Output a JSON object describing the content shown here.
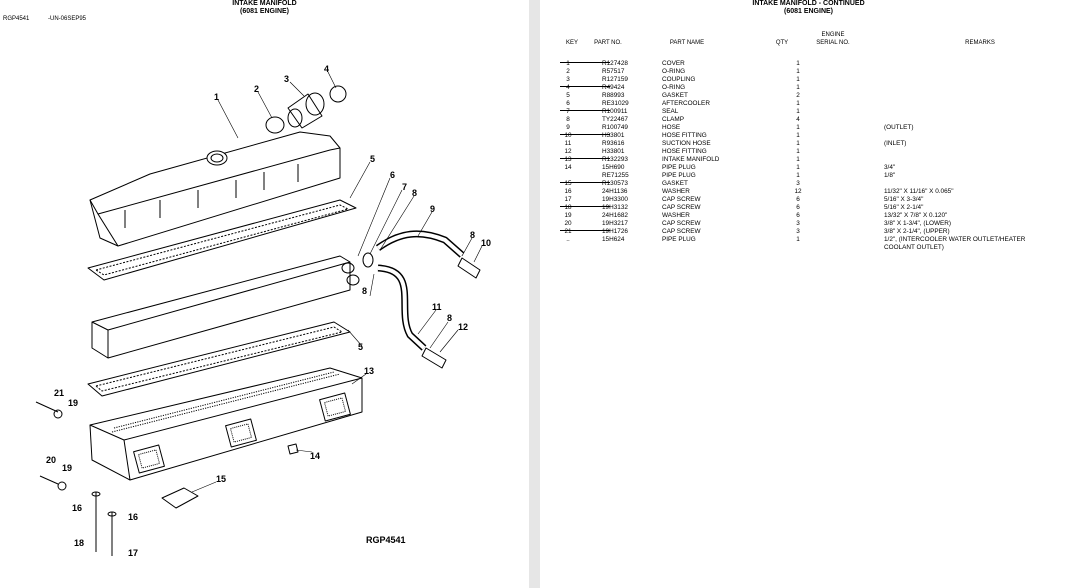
{
  "left_page": {
    "title_line1": "INTAKE MANIFOLD",
    "title_line2": "(6081 ENGINE)",
    "ref_code": "RGP4541",
    "ref_date": "-UN-06SEP95",
    "figure_label": "RGP4541",
    "callouts": [
      "1",
      "2",
      "3",
      "4",
      "5",
      "6",
      "7",
      "8",
      "9",
      "8",
      "10",
      "8",
      "5",
      "11",
      "8",
      "12",
      "13",
      "21",
      "19",
      "20",
      "19",
      "14",
      "15",
      "16",
      "16",
      "18",
      "17"
    ]
  },
  "right_page": {
    "title_line1": "INTAKE MANIFOLD - CONTINUED",
    "title_line2": "(6081 ENGINE)",
    "columns": {
      "key": "KEY",
      "part_no": "PART NO.",
      "part_name": "PART NAME",
      "qty": "QTY",
      "engine_line1": "ENGINE",
      "engine_line2": "SERIAL NO.",
      "remarks": "REMARKS"
    },
    "rows": [
      {
        "key": "1",
        "part_no": "R127428",
        "name": "COVER",
        "qty": "1",
        "remarks": ""
      },
      {
        "key": "2",
        "part_no": "R57517",
        "name": "O-RING",
        "qty": "1",
        "remarks": ""
      },
      {
        "key": "3",
        "part_no": "R127159",
        "name": "COUPLING",
        "qty": "1",
        "remarks": ""
      },
      {
        "key": "4",
        "part_no": "R49424",
        "name": "O-RING",
        "qty": "1",
        "remarks": ""
      },
      {
        "key": "5",
        "part_no": "R88993",
        "name": "GASKET",
        "qty": "2",
        "remarks": ""
      },
      {
        "key": "6",
        "part_no": "RE31029",
        "name": "AFTERCOOLER",
        "qty": "1",
        "remarks": ""
      },
      {
        "key": "7",
        "part_no": "R100911",
        "name": "SEAL",
        "qty": "1",
        "remarks": ""
      },
      {
        "key": "8",
        "part_no": "TY22467",
        "name": "CLAMP",
        "qty": "4",
        "remarks": ""
      },
      {
        "key": "9",
        "part_no": "R100749",
        "name": "HOSE",
        "qty": "1",
        "remarks": "(OUTLET)"
      },
      {
        "key": "10",
        "part_no": "H33801",
        "name": "HOSE FITTING",
        "qty": "1",
        "remarks": ""
      },
      {
        "key": "11",
        "part_no": "R93616",
        "name": "SUCTION HOSE",
        "qty": "1",
        "remarks": "(INLET)"
      },
      {
        "key": "12",
        "part_no": "H33801",
        "name": "HOSE FITTING",
        "qty": "1",
        "remarks": ""
      },
      {
        "key": "13",
        "part_no": "R132293",
        "name": "INTAKE MANIFOLD",
        "qty": "1",
        "remarks": ""
      },
      {
        "key": "14",
        "part_no": "15H690",
        "name": "PIPE PLUG",
        "qty": "1",
        "remarks": "3/4\""
      },
      {
        "key": "",
        "part_no": "RE71255",
        "name": "PIPE PLUG",
        "qty": "1",
        "remarks": "1/8\""
      },
      {
        "key": "15",
        "part_no": "R130573",
        "name": "GASKET",
        "qty": "3",
        "remarks": ""
      },
      {
        "key": "16",
        "part_no": "24H1136",
        "name": "WASHER",
        "qty": "12",
        "remarks": "11/32\" X 11/16\" X 0.065\""
      },
      {
        "key": "17",
        "part_no": "19H3300",
        "name": "CAP SCREW",
        "qty": "6",
        "remarks": "5/16\" X 3-3/4\""
      },
      {
        "key": "18",
        "part_no": "19H3132",
        "name": "CAP SCREW",
        "qty": "6",
        "remarks": "5/16\" X 2-1/4\""
      },
      {
        "key": "19",
        "part_no": "24H1682",
        "name": "WASHER",
        "qty": "6",
        "remarks": "13/32\" X 7/8\" X 0.120\""
      },
      {
        "key": "20",
        "part_no": "19H3217",
        "name": "CAP SCREW",
        "qty": "3",
        "remarks": "3/8\" X 1-3/4\", (LOWER)"
      },
      {
        "key": "21",
        "part_no": "19H1726",
        "name": "CAP SCREW",
        "qty": "3",
        "remarks": "3/8\" X 2-1/4\", (UPPER)"
      },
      {
        "key": "..",
        "part_no": "15H624",
        "name": "PIPE PLUG",
        "qty": "1",
        "remarks": "1/2\", (INTERCOOLER WATER OUTLET/HEATER"
      },
      {
        "key": "",
        "part_no": "",
        "name": "",
        "qty": "",
        "remarks": "COOLANT OUTLET)"
      }
    ]
  }
}
